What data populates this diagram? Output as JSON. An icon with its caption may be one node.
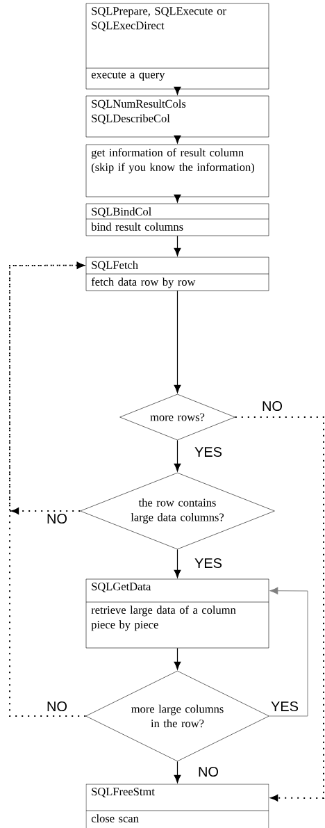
{
  "diagram": {
    "nodes": [
      {
        "text": [
          "SQLPrepare, SQLExecute or SQLExecDirect",
          "execute a query"
        ]
      },
      {
        "text": [
          "SQLNumResultCols SQLDescribeCol"
        ]
      },
      {
        "text": [
          "get information of result column (skip if you know the information)"
        ]
      },
      {
        "text": [
          "SQLBindCol",
          "bind result columns"
        ]
      },
      {
        "text": [
          "SQLFetch",
          "fetch data row by row"
        ]
      },
      {
        "text": [
          "more rows?"
        ]
      },
      {
        "text": [
          "the row contains large data columns?"
        ]
      },
      {
        "text": [
          "SQLGetData",
          "retrieve large data of a column piece by piece"
        ]
      },
      {
        "text": [
          "more large columns in the row?"
        ]
      },
      {
        "text": [
          "SQLFreeStmt",
          "close scan"
        ]
      }
    ],
    "edges": [
      {
        "from": 0,
        "to": 1,
        "arrow": "to"
      },
      {
        "from": 1,
        "to": 2,
        "arrow": "to"
      },
      {
        "from": 2,
        "to": 3,
        "arrow": "to"
      },
      {
        "from": 3,
        "to": 4,
        "arrow": "to"
      },
      {
        "from": 4,
        "to": 5,
        "arrow": "to"
      },
      {
        "from": 5,
        "to": 6,
        "arrow": "to",
        "label": "YES"
      },
      {
        "from": 5,
        "to": 9,
        "arrow": "to",
        "label": "NO",
        "style": "dashed"
      },
      {
        "from": 6,
        "to": 4,
        "arrow": "to",
        "label": "NO",
        "style": "dashed"
      },
      {
        "from": 6,
        "to": 7,
        "arrow": "to",
        "label": "YES"
      },
      {
        "from": 7,
        "to": 8,
        "arrow": "to"
      },
      {
        "from": 8,
        "to": 7,
        "arrow": "to",
        "label": "YES",
        "color": "#7f7f7f"
      },
      {
        "from": 8,
        "to": 4,
        "arrow": "to",
        "label": "NO",
        "style": "dashed"
      },
      {
        "from": 8,
        "to": 9,
        "arrow": "to",
        "label": "NO"
      }
    ]
  }
}
